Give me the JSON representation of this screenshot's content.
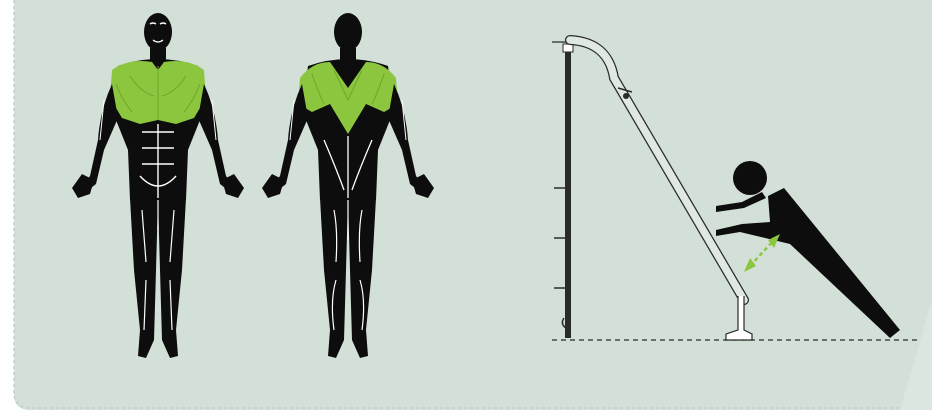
{
  "colors": {
    "background": "#d3e0d8",
    "muscle_highlight": "#8cc63f",
    "body": "#0d0d0d",
    "muscle_lines": "#ffffff",
    "equipment_stroke": "#2a2a2a",
    "motion_arrow": "#8cc63f"
  },
  "figures": {
    "front": {
      "view": "front",
      "highlighted_muscles": [
        "pectoralis-major",
        "anterior-deltoid"
      ]
    },
    "back": {
      "view": "back",
      "highlighted_muscles": [
        "upper-trapezius",
        "posterior-deltoid",
        "rhomboid"
      ]
    }
  },
  "exercise": {
    "equipment": "angled-push-bar",
    "motion": "push",
    "icons": [
      "stick-figure-icon",
      "motion-arrow-icon",
      "ground-line"
    ]
  }
}
